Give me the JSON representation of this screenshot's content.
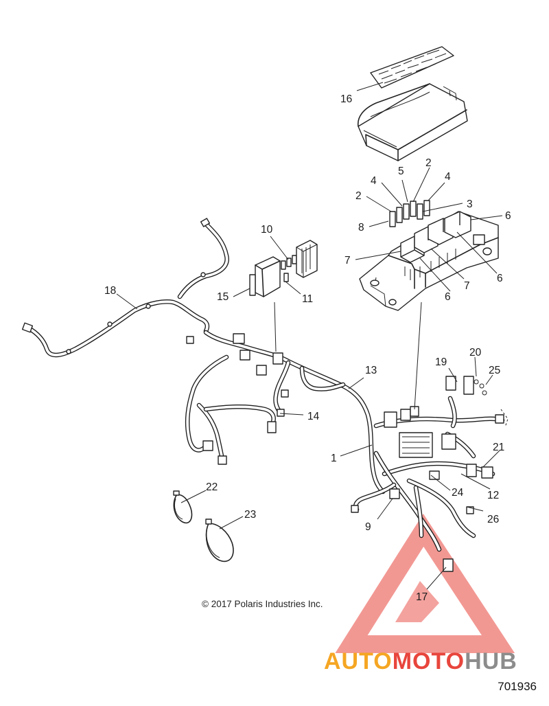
{
  "callouts": [
    "1",
    "2",
    "2",
    "3",
    "4",
    "4",
    "5",
    "6",
    "6",
    "6",
    "7",
    "7",
    "8",
    "9",
    "10",
    "11",
    "12",
    "13",
    "14",
    "15",
    "16",
    "17",
    "18",
    "19",
    "20",
    "21",
    "22",
    "23",
    "24",
    "25",
    "26"
  ],
  "labels": {
    "c1": "1",
    "c2a": "2",
    "c2b": "2",
    "c3": "3",
    "c4a": "4",
    "c4b": "4",
    "c5": "5",
    "c6a": "6",
    "c6b": "6",
    "c6c": "6",
    "c7a": "7",
    "c7b": "7",
    "c8": "8",
    "c9": "9",
    "c10": "10",
    "c11": "11",
    "c12": "12",
    "c13": "13",
    "c14": "14",
    "c15": "15",
    "c16": "16",
    "c17": "17",
    "c18": "18",
    "c19": "19",
    "c20": "20",
    "c21": "21",
    "c22": "22",
    "c23": "23",
    "c24": "24",
    "c25": "25",
    "c26": "26"
  },
  "copyright": "© 2017 Polaris Industries Inc.",
  "figure_number": "701936",
  "watermark": {
    "auto": "AUTO",
    "moto": "MOTO",
    "hub": "HUB",
    "colors": {
      "auto": "#f5a623",
      "moto": "#e8453c",
      "hub": "#8c8c8c",
      "triangle": "#e8453c"
    }
  }
}
